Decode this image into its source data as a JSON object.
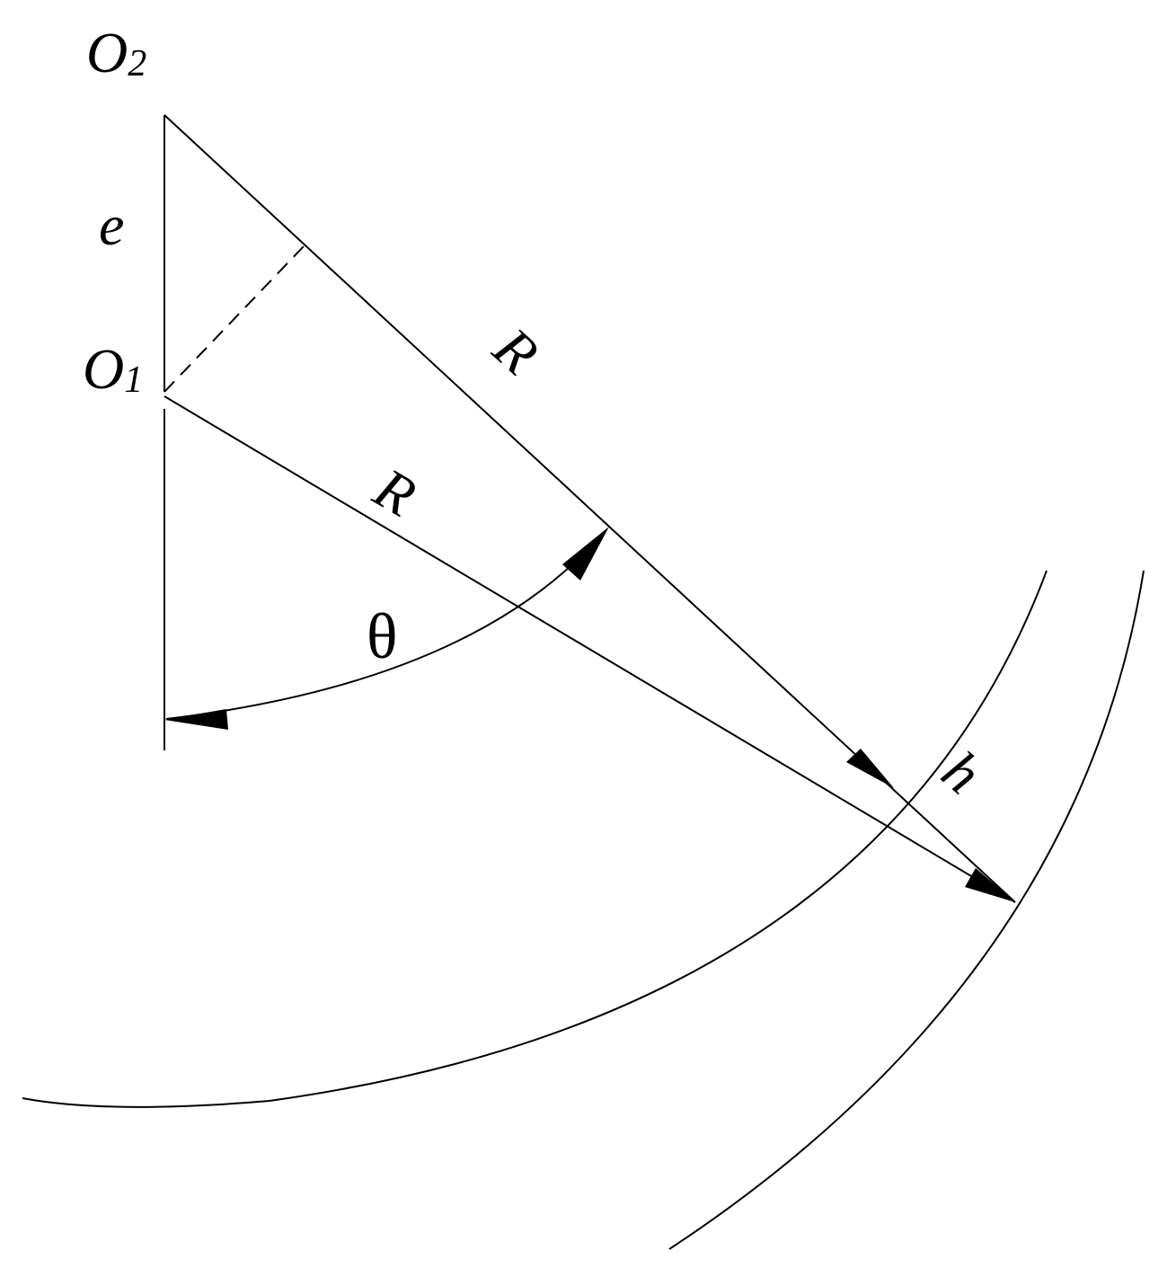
{
  "labels": {
    "o2_main": "O",
    "o2_sub": "2",
    "o1_main": "O",
    "o1_sub": "1",
    "e": "e",
    "r_outer": "R",
    "r_inner": "R",
    "theta": "θ",
    "h": "h"
  },
  "colors": {
    "stroke": "#000000",
    "background": "#ffffff"
  }
}
